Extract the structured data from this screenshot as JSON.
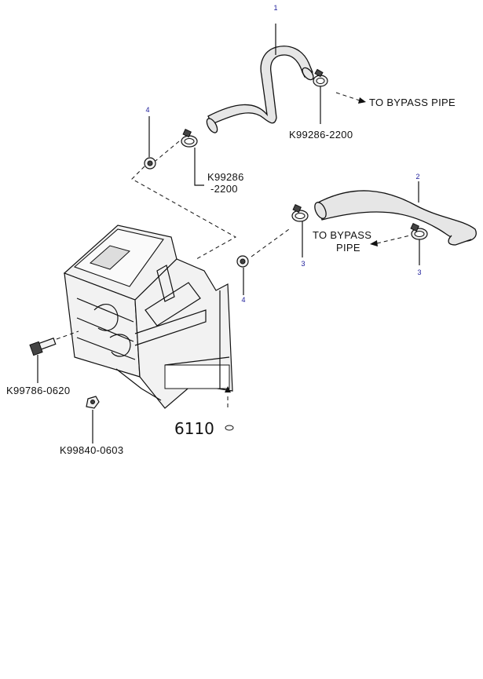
{
  "callouts": {
    "c1": "1",
    "c2": "2",
    "c3a": "3",
    "c3b": "3",
    "c4a": "4",
    "c4b": "4"
  },
  "labels": {
    "bypass_top": "TO BYPASS PIPE",
    "bypass_mid_1": "TO BYPASS",
    "bypass_mid_2": "PIPE",
    "clamp_a": "K99286-2200",
    "clamp_b_1": "K99286",
    "clamp_b_2": "-2200",
    "bolt": "K99786-0620",
    "nut": "K99840-0603",
    "assembly": "6110"
  }
}
